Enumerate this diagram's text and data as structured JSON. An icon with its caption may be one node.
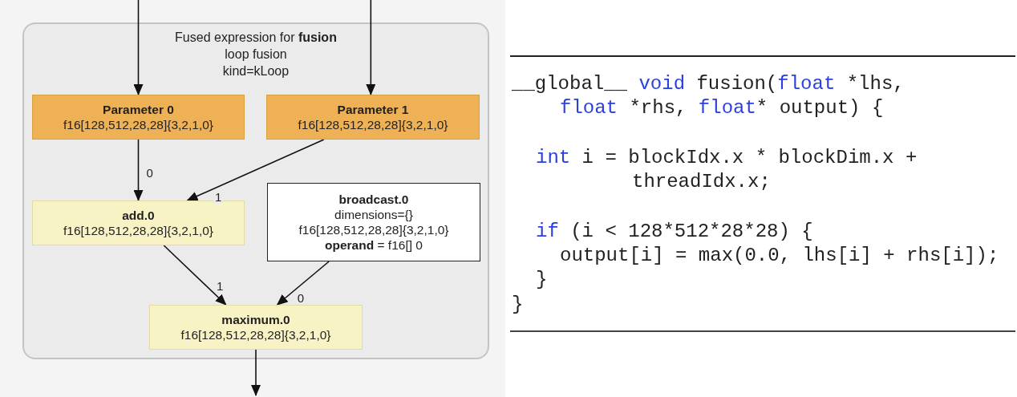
{
  "diagram": {
    "nodes": [
      {
        "text": [
          "Fused expression for **fusion**",
          "loop fusion",
          "kind=kLoop"
        ]
      },
      {
        "text": [
          "Parameter 0",
          "f16[128,512,28,28]{3,2,1,0}"
        ],
        "in": 0
      },
      {
        "text": [
          "Parameter 1",
          "f16[128,512,28,28]{3,2,1,0}"
        ],
        "in": 0
      },
      {
        "text": [
          "add.0",
          "f16[128,512,28,28]{3,2,1,0}"
        ],
        "in": 0
      },
      {
        "text": [
          "broadcast.0",
          "dimensions={}",
          "f16[128,512,28,28]{3,2,1,0}",
          "**operand** = f16[] 0"
        ],
        "in": 0
      },
      {
        "text": [
          "maximum.0",
          "f16[128,512,28,28]{3,2,1,0}"
        ],
        "in": 0
      }
    ],
    "edges": [
      {
        "from": null,
        "to": 1,
        "arrow": "to"
      },
      {
        "from": null,
        "to": 2,
        "arrow": "to"
      },
      {
        "from": 1,
        "to": 3,
        "arrow": "to",
        "label": "0"
      },
      {
        "from": 2,
        "to": 3,
        "arrow": "to",
        "label": "1"
      },
      {
        "from": 3,
        "to": 5,
        "arrow": "to",
        "label": "1"
      },
      {
        "from": 4,
        "to": 5,
        "arrow": "to",
        "label": "0"
      },
      {
        "from": 5,
        "to": null,
        "arrow": "to"
      }
    ],
    "labels": [
      "__global__ void fusion(float *lhs,",
      "float *rhs, float* output) {",
      "int i = blockIdx.x * blockDim.x +",
      "threadIdx.x;",
      "if (i < 128*512*28*28) {",
      "output[i] = max(0.0, lhs[i] + rhs[i]);",
      "}",
      "}"
    ]
  }
}
